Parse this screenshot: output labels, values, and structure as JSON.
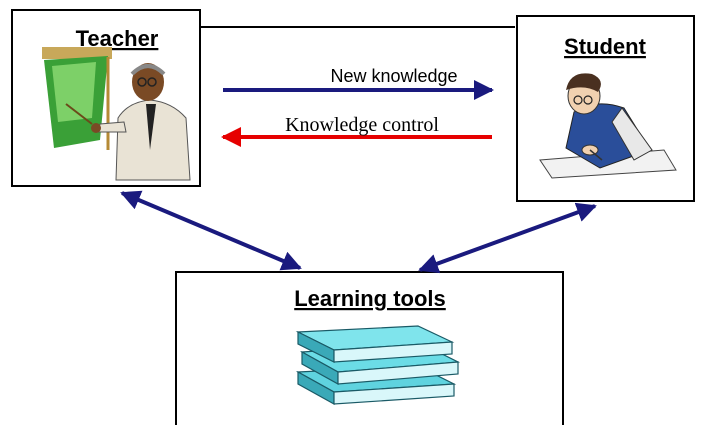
{
  "nodes": {
    "teacher": {
      "title": "Teacher"
    },
    "student": {
      "title": "Student"
    },
    "tools": {
      "title": "Learning tools"
    }
  },
  "edges": {
    "new_knowledge": {
      "label": "New knowledge",
      "color": "#1a1a7e"
    },
    "knowledge_control": {
      "label": "Knowledge control",
      "color": "#e60000"
    },
    "link_color": "#1a1a7e"
  }
}
